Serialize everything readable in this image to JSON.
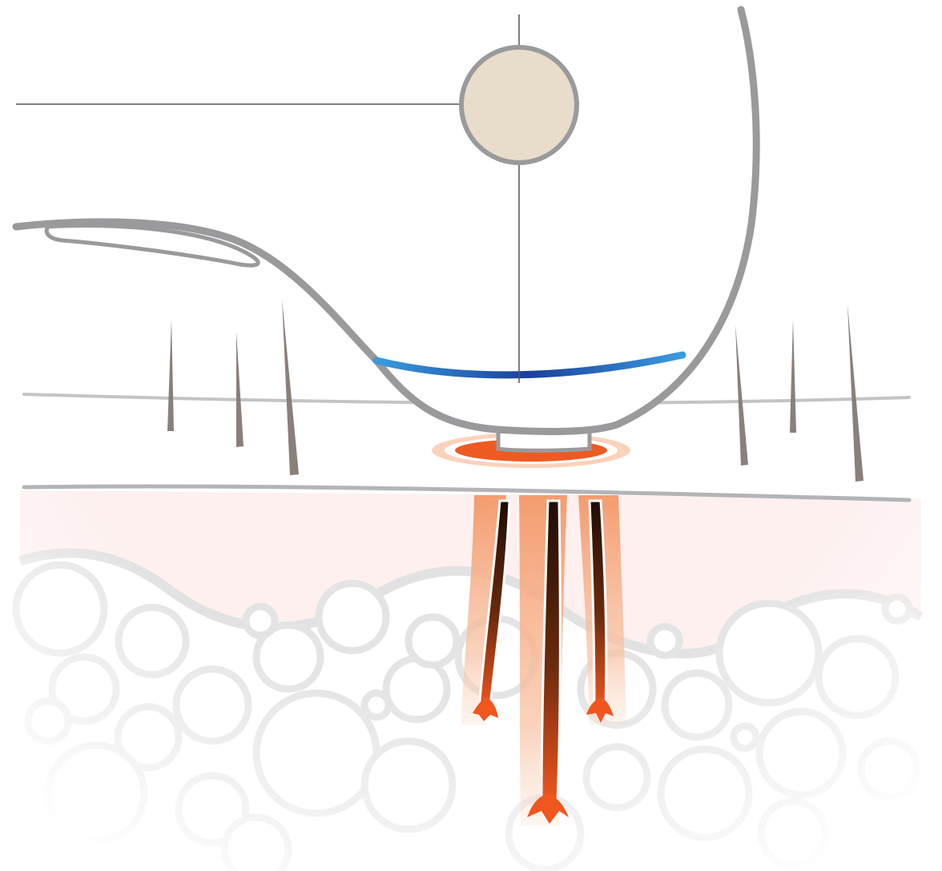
{
  "diagram": {
    "text_labels": [],
    "components": [
      {
        "id": "device-head",
        "kind": "handheld-device"
      },
      {
        "id": "contact-band",
        "kind": "cooling-band"
      },
      {
        "id": "light-window",
        "kind": "emitter-window"
      },
      {
        "id": "focal-point",
        "kind": "reference-circle"
      },
      {
        "id": "skin-surface",
        "kind": "skin-layer"
      },
      {
        "id": "dermis",
        "kind": "skin-layer"
      },
      {
        "id": "fat-cells",
        "kind": "tissue"
      },
      {
        "id": "surface-hairs",
        "kind": "hair",
        "count": 6
      },
      {
        "id": "treated-follicles",
        "kind": "hair-follicle",
        "count": 3
      },
      {
        "id": "heat-glow",
        "kind": "energy-spot"
      }
    ],
    "colors": {
      "outline_gray": "#9a9a9c",
      "focal_fill": "#e8dccb",
      "band_light_blue": "#2f8fd6",
      "band_dark_blue": "#1b3f9a",
      "heat_orange": "#ef5a22",
      "glow_orange": "#f6a779",
      "dermis_pink": "#fdf0ef",
      "cell_gray": "#e3e3e3",
      "hair_brown": "#8a7f7a",
      "follicle_dark": "#2a1408",
      "follicle_sheath": "#f7b28c"
    }
  }
}
